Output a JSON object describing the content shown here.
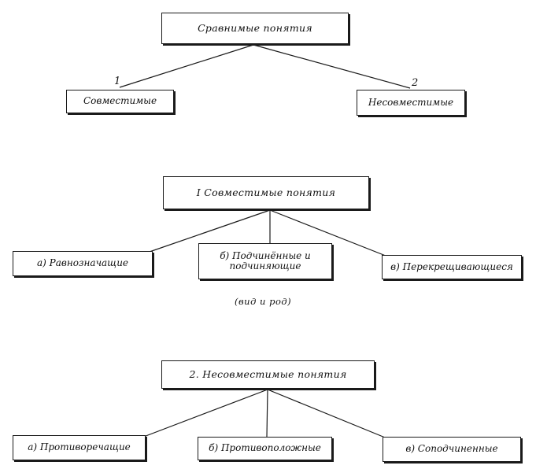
{
  "diagram1": {
    "root": "Сравнимые понятия",
    "branches": [
      {
        "number": "1",
        "label": "Совместимые"
      },
      {
        "number": "2",
        "label": "Несовместимые"
      }
    ]
  },
  "diagram2": {
    "root": "I Совместимые понятия",
    "children": [
      {
        "line1": "а) Равнозначащие",
        "line2": ""
      },
      {
        "line1": "б) Подчинённые и",
        "line2": "подчиняющие"
      },
      {
        "line1": "в) Перекрещивающиеся",
        "line2": ""
      }
    ],
    "note": "(вид и род)"
  },
  "diagram3": {
    "root": "2. Несовместимые понятия",
    "children": [
      {
        "label": "а) Противоречащие"
      },
      {
        "label": "б) Противоположные"
      },
      {
        "label": "в) Соподчиненные"
      }
    ]
  }
}
